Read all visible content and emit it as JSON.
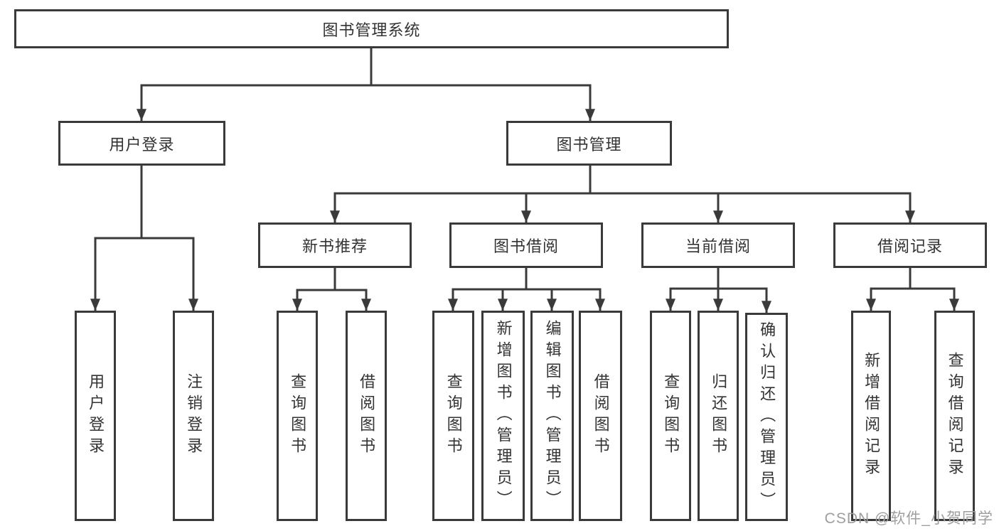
{
  "colors": {
    "line": "#3a3a3a",
    "node_border": "#3a3a3a",
    "node_background": "#ffffff",
    "text": "#333333",
    "page_background": "#ffffff",
    "watermark_color": "#9e9e9e"
  },
  "watermark": {
    "text": "CSDN @软件_小贺同学"
  },
  "tree": {
    "label": "图书管理系统",
    "children": [
      {
        "label": "用户登录",
        "children": [
          {
            "label": "用户登录"
          },
          {
            "label": "注销登录"
          }
        ]
      },
      {
        "label": "图书管理",
        "children": [
          {
            "label": "新书推荐",
            "children": [
              {
                "label": "查询图书"
              },
              {
                "label": "借阅图书"
              }
            ]
          },
          {
            "label": "图书借阅",
            "children": [
              {
                "label": "查询图书"
              },
              {
                "label": "新增图书（管理员）"
              },
              {
                "label": "编辑图书（管理员）"
              },
              {
                "label": "借阅图书"
              }
            ]
          },
          {
            "label": "当前借阅",
            "children": [
              {
                "label": "查询图书"
              },
              {
                "label": "归还图书"
              },
              {
                "label": "确认归还（管理员）"
              }
            ]
          },
          {
            "label": "借阅记录",
            "children": [
              {
                "label": "新增借阅记录"
              },
              {
                "label": "查询借阅记录"
              }
            ]
          }
        ]
      }
    ]
  }
}
